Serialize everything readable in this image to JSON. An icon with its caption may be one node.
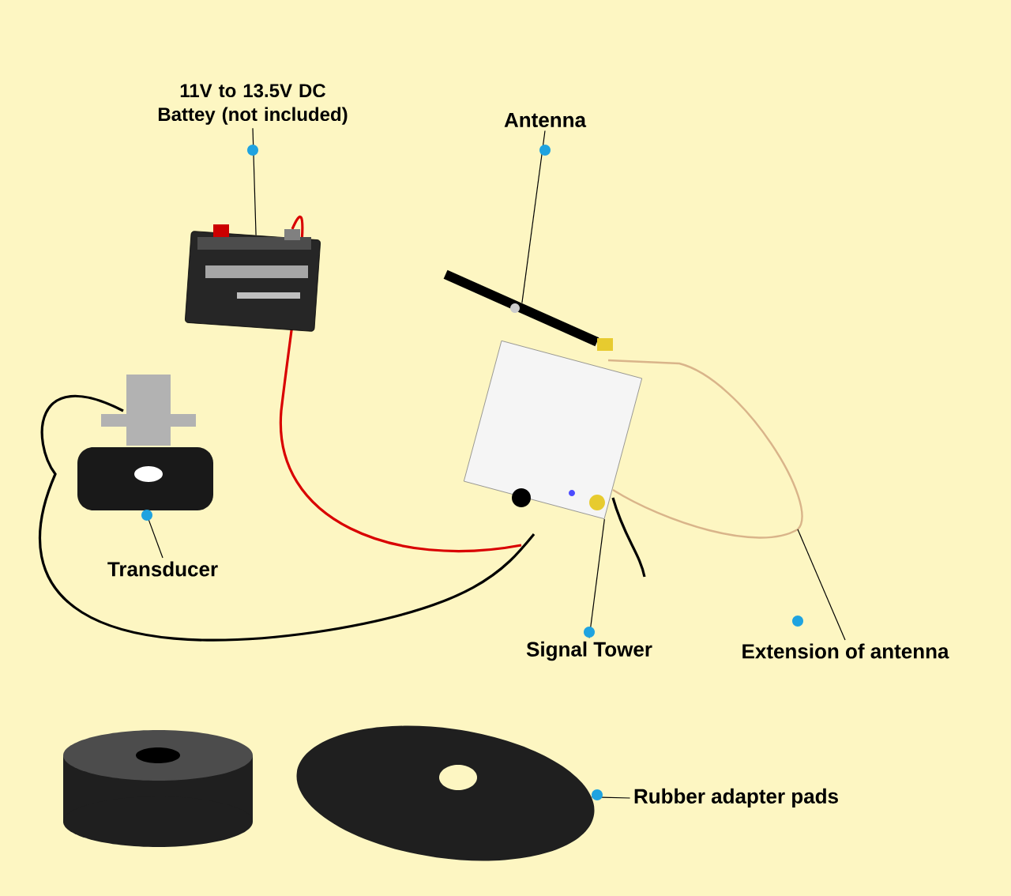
{
  "diagram": {
    "nodes": [
      {
        "text": [
          "11V to 13.5V DC Battey (not included)"
        ]
      },
      {
        "text": [],
        "shape": "picture"
      },
      {
        "text": [
          "Antenna"
        ]
      },
      {
        "text": [],
        "shape": "picture"
      },
      {
        "text": [
          "Transducer"
        ]
      },
      {
        "text": [],
        "shape": "picture"
      },
      {
        "text": [
          "Signal Tower"
        ]
      },
      {
        "text": [],
        "shape": "picture"
      },
      {
        "text": [
          "Extension of antenna"
        ]
      },
      {
        "text": [
          "Rubber adapter pads"
        ]
      },
      {
        "text": [],
        "shape": "picture"
      }
    ],
    "edges": [
      {
        "from": 0,
        "to": 1,
        "arrow": "none"
      },
      {
        "from": 2,
        "to": 3,
        "arrow": "none"
      },
      {
        "from": 4,
        "to": 5,
        "arrow": "none"
      },
      {
        "from": 6,
        "to": 7,
        "arrow": "none"
      },
      {
        "from": 8,
        "to": null,
        "arrow": "none"
      },
      {
        "from": 9,
        "to": 10,
        "arrow": "none"
      }
    ]
  }
}
